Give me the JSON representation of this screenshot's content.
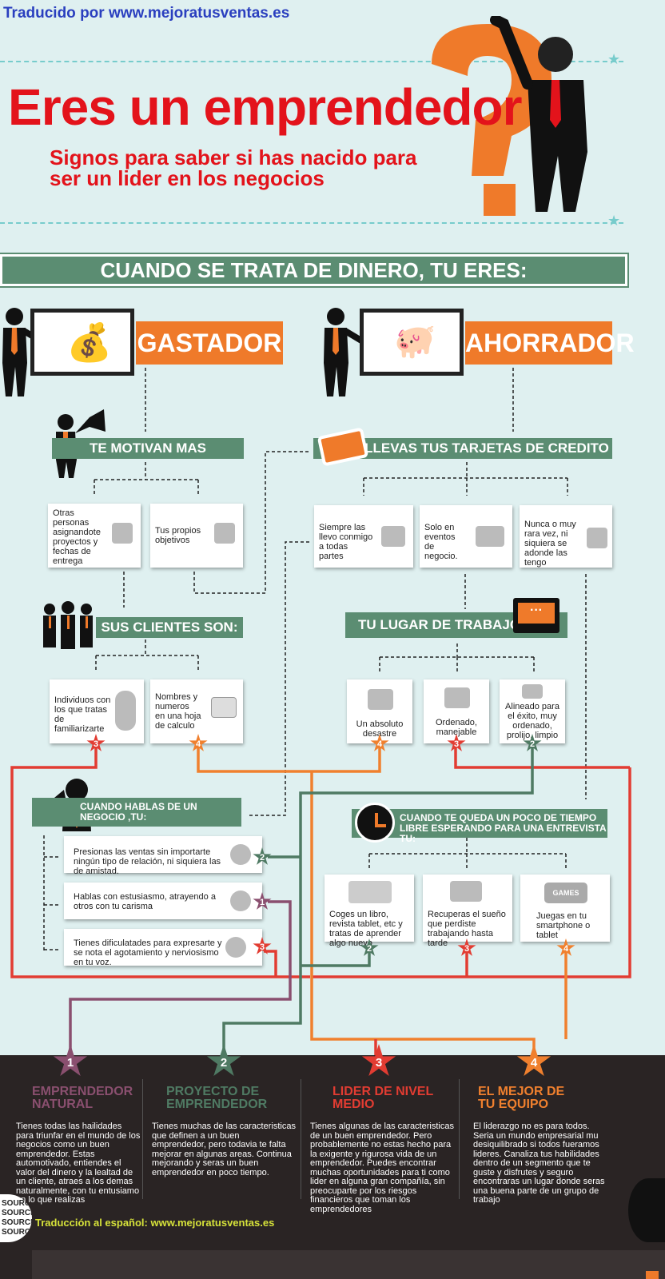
{
  "credit_top": "Traducido por www.mejoratusventas.es",
  "title": "Eres un emprendedor",
  "subtitle": "Signos para saber si has nacido para ser un lider en los negocios",
  "banner": "CUANDO SE TRATA DE DINERO, TU ERES:",
  "types": {
    "left": "GASTADOR",
    "right": "AHORRADOR"
  },
  "left": {
    "motivate": {
      "title": "TE MOTIVAN MAS",
      "options": [
        "Otras personas asignandote proyectos y fechas de entrega",
        "Tus propios objetivos"
      ]
    },
    "clients": {
      "title": "SUS CLIENTES SON:",
      "options": [
        {
          "text": "Individuos con los que tratas de familiarizarte",
          "badge": "3"
        },
        {
          "text": "Nombres y numeros en una hoja de calculo",
          "badge": "4"
        }
      ]
    },
    "business": {
      "title": "CUANDO HABLAS DE UN NEGOCIO ,TU:",
      "options": [
        {
          "text": "Presionas las ventas sin importarte ningún tipo de relación, ni siquiera las de amistad.",
          "badge": "2"
        },
        {
          "text": "Hablas con estusiasmo, atrayendo a otros con tu carisma",
          "badge": "1"
        },
        {
          "text": "Tienes dificulatades para expresarte y se nota el agotamiento y nerviosismo en tu voz.",
          "badge": "3"
        }
      ]
    }
  },
  "right": {
    "cards": {
      "title": "LLEVAS TUS TARJETAS DE CREDITO",
      "options": [
        "Siempre las llevo conmigo a todas partes",
        "Solo en eventos de negocio.",
        "Nunca o muy rara vez, ni siquiera se adonde las tengo"
      ]
    },
    "workplace": {
      "title": "TU LUGAR DE TRABAJO ES:",
      "options": [
        {
          "text": "Un absoluto desastre",
          "badge": "4"
        },
        {
          "text": "Ordenado, manejable",
          "badge": "3"
        },
        {
          "text": "Alineado para el éxito, muy ordenado, prolijo, limpio",
          "badge": "2"
        }
      ]
    },
    "freetime": {
      "title": "CUANDO TE QUEDA UN POCO DE TIEMPO LIBRE ESPERANDO PARA UNA ENTREVISTA TU:",
      "options": [
        {
          "text": "Coges un libro, revista tablet, etc y tratas de aprender algo nuevo",
          "badge": "2"
        },
        {
          "text": "Recuperas el sueño que perdiste trabajando hasta tarde",
          "badge": "3"
        },
        {
          "text": "Juegas en tu smartphone o tablet",
          "badge": "4"
        }
      ],
      "games_label": "GAMES"
    }
  },
  "results": [
    {
      "num": "1",
      "title": "EMPRENDEDOR NATURAL",
      "text": "Tienes todas las hailidades para triunfar en el mundo de los negocios como un buen emprendedor. Estas automotivado, entiendes el valor del dinero y la lealtad de un cliente, atraes a los demas naturalmente, con tu entusiamo en lo que realizas",
      "color": "#8a4f6f"
    },
    {
      "num": "2",
      "title": "PROYECTO DE EMPRENDEDOR",
      "text": "Tienes muchas de las caracteristicas que definen a un buen emprendedor, pero todavia te falta mejorar en algunas areas. Continua mejorando  y seras un buen emprendedor en poco tiempo.",
      "color": "#4f7a63"
    },
    {
      "num": "3",
      "title": "LIDER DE NIVEL MEDIO",
      "text": "Tienes algunas de las caracteristicas de un buen emprendedor. Pero probablemente no estas hecho para la exigente y rigurosa vida de un emprendedor. Puedes encontrar muchas oportunidades para ti como lider en alguna gran compañía, sin preocuparte por los riesgos financieros que toman los emprendedores",
      "color": "#e23c32"
    },
    {
      "num": "4",
      "title": "EL MEJOR DE TU EQUIPO",
      "text": "El liderazgo no es para todos. Seria un mundo empresarial mu desiquilibrado si todos fueramos lideres. Canaliza tus habilidades dentro de un segmento que te guste y disfrutes y seguro encontraras un lugar donde seras una buena parte de un grupo de trabajo",
      "color": "#f0802e"
    }
  ],
  "credit_bottom": "Traducción al español: www.mejoratusventas.es",
  "sources_word": "SOURCES"
}
